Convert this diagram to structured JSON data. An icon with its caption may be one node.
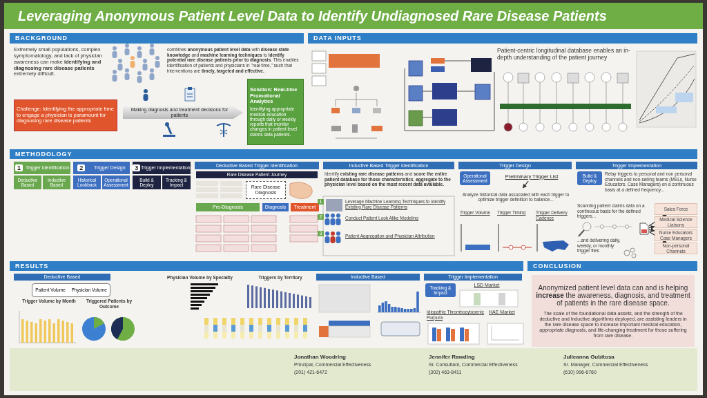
{
  "diagram": {
    "title": "Leveraging Anonymous Patient Level Data to Identify Undiagnosed Rare Disease Patients",
    "nodes": [
      {
        "text": [
          "BACKGROUND"
        ]
      },
      {
        "text": [
          "Challenge: Identifying the appropriate time to engage a physician is paramount for diagnosing rare disease patients"
        ]
      },
      {
        "text": [
          "Making diagnosis and treatment decisions for patients"
        ]
      },
      {
        "text": [
          "Solution: Real-time Promotional Analytics",
          "Identifying appropriate medical education through daily or weekly reports that monitor changes in patient level claims data patients."
        ]
      },
      {
        "text": [
          "DATA INPUTS"
        ]
      },
      {
        "text": [
          "METHODOLOGY"
        ]
      },
      {
        "text": [
          "1",
          "Trigger Identification"
        ]
      },
      {
        "text": [
          "Deductive Based"
        ]
      },
      {
        "text": [
          "Inductive Based"
        ]
      },
      {
        "text": [
          "2",
          "Trigger Design"
        ]
      },
      {
        "text": [
          "Historical Lookback"
        ]
      },
      {
        "text": [
          "Operational Assessment"
        ]
      },
      {
        "text": [
          "3",
          "Trigger Implementation"
        ]
      },
      {
        "text": [
          "Build & Deploy"
        ]
      },
      {
        "text": [
          "Tracking & Impact"
        ]
      },
      {
        "text": [
          "Deductive Based Trigger Identification"
        ]
      },
      {
        "text": [
          "Rare Disease Patient Journey"
        ]
      },
      {
        "text": [
          "Rare Disease Diagnosis"
        ]
      },
      {
        "text": [
          "Pre-Diagnosis"
        ]
      },
      {
        "text": [
          "Diagnosis"
        ]
      },
      {
        "text": [
          "Treatment"
        ]
      },
      {
        "text": [
          "Inductive Based Trigger Identification"
        ]
      },
      {
        "text": [
          "Trigger Design"
        ]
      },
      {
        "text": [
          "Operational Assessment"
        ]
      },
      {
        "text": [
          "Preliminary Trigger List"
        ]
      },
      {
        "text": [
          "Analyze historical data associated with each trigger to optimize trigger definition to balance..."
        ]
      },
      {
        "text": [
          "Trigger Implementation"
        ]
      },
      {
        "text": [
          "Build & Deploy"
        ]
      },
      {
        "text": [],
        "shape": "picture"
      },
      {
        "text": [
          "Sales Force"
        ]
      },
      {
        "text": [
          "Medical Science Liaisons"
        ]
      },
      {
        "text": [
          "Nurse Educators Case Managers"
        ]
      },
      {
        "text": [
          "Non-personal Channels"
        ]
      },
      {
        "text": [
          "RESULTS"
        ]
      },
      {
        "text": [
          "Deductive Based"
        ]
      },
      {
        "text": [
          "Patient Volume",
          "Physician Volume"
        ]
      },
      {
        "text": [
          "Inductive Based"
        ]
      },
      {
        "text": [
          "Trigger Implementation"
        ]
      },
      {
        "text": [
          "Tracking & Impact"
        ]
      },
      {
        "text": [
          "CONCLUSION"
        ]
      },
      {
        "text": [
          "Anonymized patient level data can and is helping **increase** the awareness, diagnosis, and treatment of patients in the rare disease space.",
          "The scale of the foundational data assets, and the strength of the deductive and inductive algorithms deployed, are assisting leaders in the rare disease space to increase important medical education, appropriate diagnosis, and life-changing treatment for those suffering from rare disease."
        ]
      }
    ],
    "edges": [
      {
        "from": 24,
        "to": 25,
        "arrow": "to"
      },
      {
        "from": 28,
        "to": 29,
        "arrow": "to"
      },
      {
        "from": 28,
        "to": 30,
        "arrow": "to"
      },
      {
        "from": 28,
        "to": 31,
        "arrow": "to"
      },
      {
        "from": 28,
        "to": 32,
        "arrow": "to"
      }
    ],
    "labels": [
      "Extremely small populations, complex symptomatology, and lack of physician awareness can make **identifying and diagnosing rare disease patients** extremely difficult.",
      "combines **anonymous patient level data** with **disease state knowledge** and **machine learning techniques** to **identify potential rare disease patients prior to diagnosis**. This enables identification of patients and physicians in \"real time,\" such that interventions are **timely, targeted and effective.**",
      "Patient-centric longitudinal database enables an in-depth understanding of the patient journey",
      "Identify **existing rare disease patterns** and **score the entire patient database for those characteristics**, **aggregate to the physician level based on the most recent data available.**",
      "1",
      "Leverage Machine Learning Techniques to Identify Existing Rare Disease Patterns",
      "2",
      "Conduct Patient Look Alike Modeling",
      "3",
      "Patient Aggregation and Physician Attribution",
      "Trigger Volume",
      "Trigger Timing",
      "Trigger Delivery Cadence",
      "Relay triggers to personal and non personal channels and non-selling teams (MSLs, Nurse Educators, Case Managers) on a continuous basis at a defined frequency...",
      "Scanning patient claims data on a continuous basis for the defined triggers...",
      "...and delivering daily, weekly, or monthly trigger files",
      "Trigger Volume by Month",
      "Triggered Patients by Outcome",
      "Physician Volume by Specialty",
      "Triggers by Territory",
      "LSD Market",
      "Idiopathic Thrombocytopenic Purpura",
      "HAE Market",
      "Jonathan Woodring",
      "Principal, Commercial Effectiveness",
      "(201) 421-6472",
      "Jennifer Rawding",
      "Sr. Consultant, Commercial Effectiveness",
      "(302) 463-8411",
      "Julieanna Gubitosa",
      "Sr. Manager, Commercial Effectiveness",
      "(610) 996-6760"
    ]
  }
}
